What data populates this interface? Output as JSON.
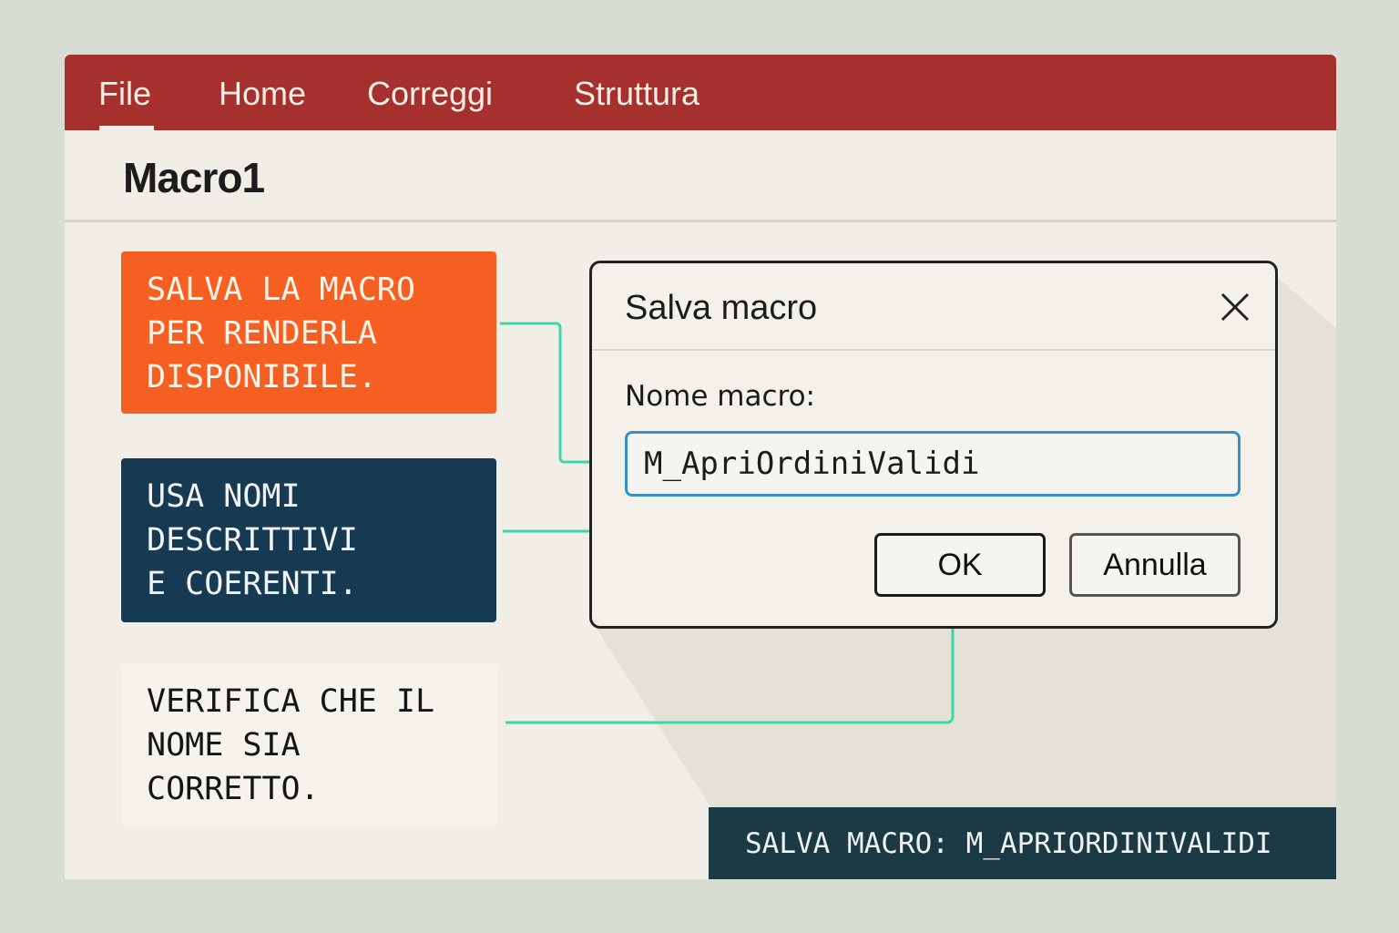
{
  "menubar": {
    "items": [
      "File",
      "Home",
      "Correggi",
      "Struttura"
    ],
    "active": "File"
  },
  "document": {
    "title": "Macro1"
  },
  "callouts": [
    "SALVA LA MACRO\nPER RENDERLA\nDISPONIBILE.",
    "USA NOMI\nDESCRITTIVI\nE COERENTI.",
    "VERIFICA CHE IL\nNOME SIA\nCORRETTO."
  ],
  "dialog": {
    "title": "Salva macro",
    "name_label": "Nome macro:",
    "name_value": "M_ApriOrdiniValidi",
    "ok_label": "OK",
    "cancel_label": "Annulla"
  },
  "status_bar": {
    "text": "SALVA MACRO: M_APRIORDINIVALIDI"
  },
  "colors": {
    "menubar": "#a5302d",
    "accent_orange": "#f55f22",
    "navy": "#163a52",
    "connector": "#3ed6a8",
    "input_border": "#3b8fc7"
  }
}
